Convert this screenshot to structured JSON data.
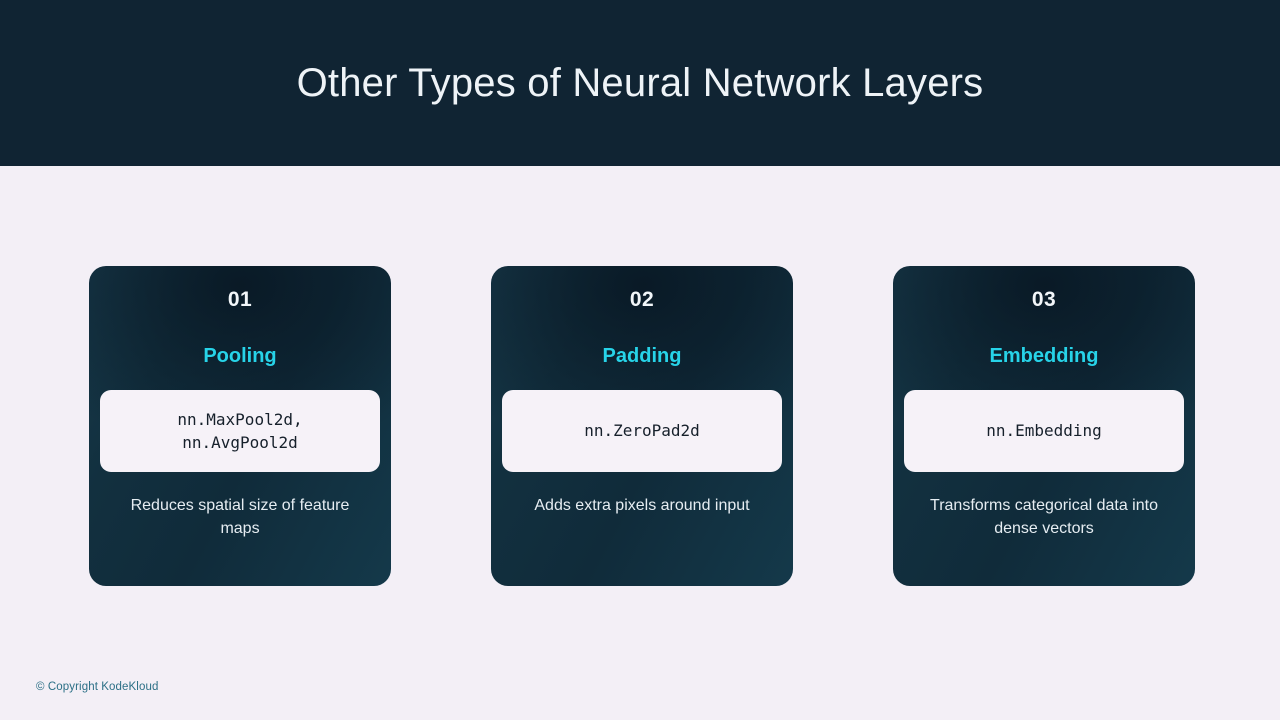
{
  "header": {
    "title": "Other Types of Neural Network Layers",
    "background_color": "#102433",
    "title_color": "#eef3f7"
  },
  "theme": {
    "page_background": "#f3eff6",
    "card_gradient_from": "#17394a",
    "card_gradient_to": "#102b3a",
    "accent_cyan": "#27d3e8",
    "code_box_background": "#f6f2f8",
    "code_text_color": "#16202b",
    "description_color": "#e6edf2",
    "footer_color": "#2b6f86"
  },
  "cards": [
    {
      "number": "01",
      "subtitle": "Pooling",
      "code": "nn.MaxPool2d,\nnn.AvgPool2d",
      "description": "Reduces spatial size of feature maps"
    },
    {
      "number": "02",
      "subtitle": "Padding",
      "code": "nn.ZeroPad2d",
      "description": "Adds extra pixels around input"
    },
    {
      "number": "03",
      "subtitle": "Embedding",
      "code": "nn.Embedding",
      "description": "Transforms categorical data into dense vectors"
    }
  ],
  "footer": {
    "copyright": "© Copyright KodeKloud"
  }
}
